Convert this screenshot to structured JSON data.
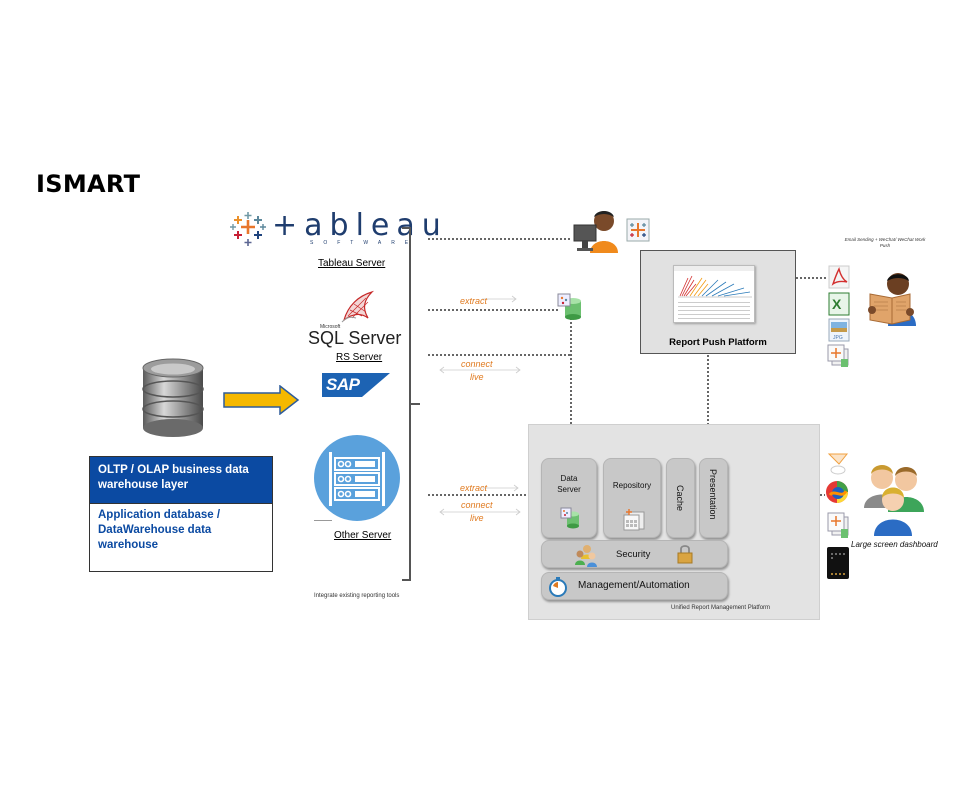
{
  "title": "ISMART",
  "sources": {
    "tableau": {
      "logo_word": "+ableau",
      "logo_sub": "SOFTWARE",
      "label": "Tableau Server"
    },
    "sql": {
      "logo_ms": "Microsoft",
      "logo_word": "SQL Server",
      "label": "RS Server"
    },
    "sap": {
      "logo_word": "SAP"
    },
    "other": {
      "label": "Other Server"
    },
    "footer": "Integrate existing reporting tools"
  },
  "data_warehouse": {
    "header": "OLTP / OLAP business data warehouse layer",
    "body": "Application database / DataWarehouse data warehouse"
  },
  "flows": {
    "extract_1": "extract",
    "connect_1": "connect",
    "live_1": "live",
    "extract_2": "extract",
    "connect_2": "connect",
    "live_2": "live"
  },
  "unified_platform": {
    "caption": "Unified Report Management Platform",
    "modules": {
      "data_server": "Data Server",
      "repository": "Repository",
      "cache": "Cache",
      "presentation": "Presentation",
      "security": "Security",
      "management": "Management/Automation"
    }
  },
  "push_platform": {
    "title": "Report Push Platform",
    "caption": "Email Sending + WeChat/ WeChat Work Push"
  },
  "outputs": {
    "large_screen_caption": "Large screen dashboard"
  },
  "colors": {
    "accent_blue": "#0b4aa2",
    "flow_label": "#e07a1f",
    "arrow_fill": "#f5b800",
    "arrow_stroke": "#2e5c9a"
  }
}
